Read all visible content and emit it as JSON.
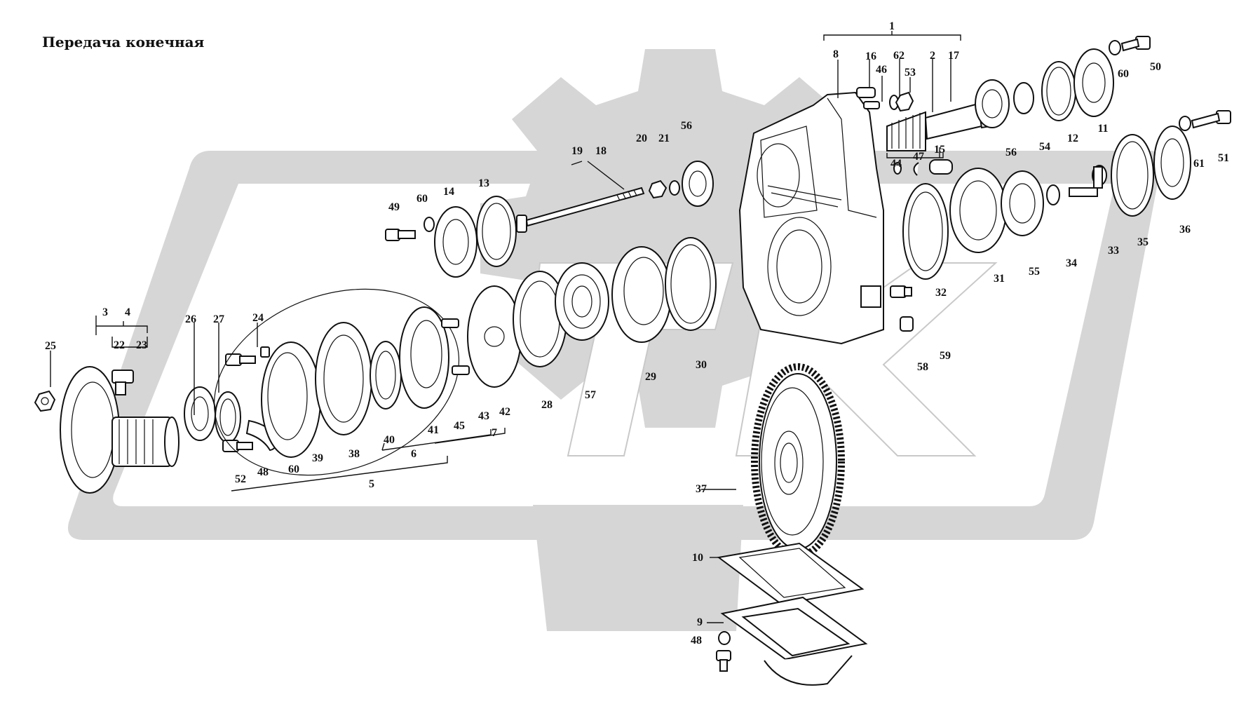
{
  "title": "Передача конечная",
  "colors": {
    "background": "#ffffff",
    "watermark": "#d6d6d6",
    "ink": "#111111"
  },
  "labels": [
    "1",
    "2",
    "3",
    "4",
    "5",
    "6",
    "7",
    "8",
    "9",
    "10",
    "11",
    "12",
    "13",
    "14",
    "15",
    "16",
    "17",
    "18",
    "19",
    "20",
    "21",
    "22",
    "23",
    "24",
    "25",
    "26",
    "27",
    "28",
    "29",
    "30",
    "31",
    "32",
    "33",
    "34",
    "35",
    "36",
    "37",
    "38",
    "39",
    "40",
    "41",
    "42",
    "43",
    "44",
    "45",
    "46",
    "47",
    "48",
    "49",
    "50",
    "51",
    "52",
    "53",
    "54",
    "55",
    "56",
    "57",
    "58",
    "59",
    "60",
    "61",
    "62",
    "56",
    "60",
    "60",
    "48"
  ]
}
